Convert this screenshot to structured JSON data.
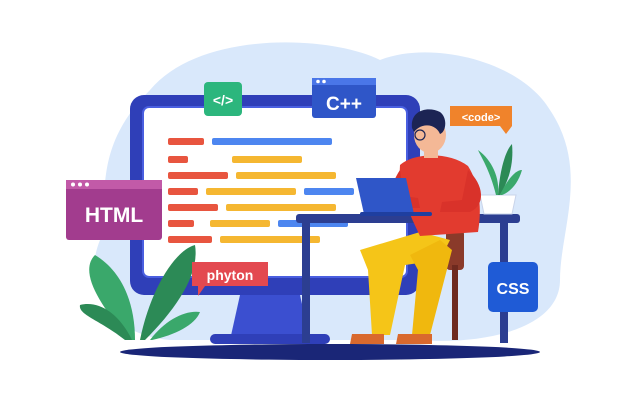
{
  "labels": {
    "tag_symbol": "</>",
    "cpp": "C++",
    "code": "<code>",
    "html": "HTML",
    "phyton": "phyton",
    "css": "CSS"
  },
  "colors": {
    "blob": "#d9e8fb",
    "monitor_frame": "#2f3fb8",
    "monitor_stand": "#3b4fd0",
    "screen": "#ffffff",
    "screen_edge": "#4a5fe0",
    "code_red": "#e8553f",
    "code_yellow": "#f5b731",
    "code_blue": "#4d86f0",
    "tag_green": "#2cb67d",
    "cpp_blue": "#2f56c8",
    "code_orange": "#f0832b",
    "html_purple": "#a23c8e",
    "phyton_red": "#e34950",
    "css_blue": "#1f5bd6",
    "desk_top": "#2c3e91",
    "shirt": "#e23b2f",
    "pants": "#f5c518",
    "hair": "#1c2454",
    "skin": "#f4b896",
    "shoes": "#d9692e",
    "plant_green": "#3aa86b",
    "plant_dark": "#2c8a56",
    "pot": "#ffffff",
    "floor": "#1a2677"
  }
}
